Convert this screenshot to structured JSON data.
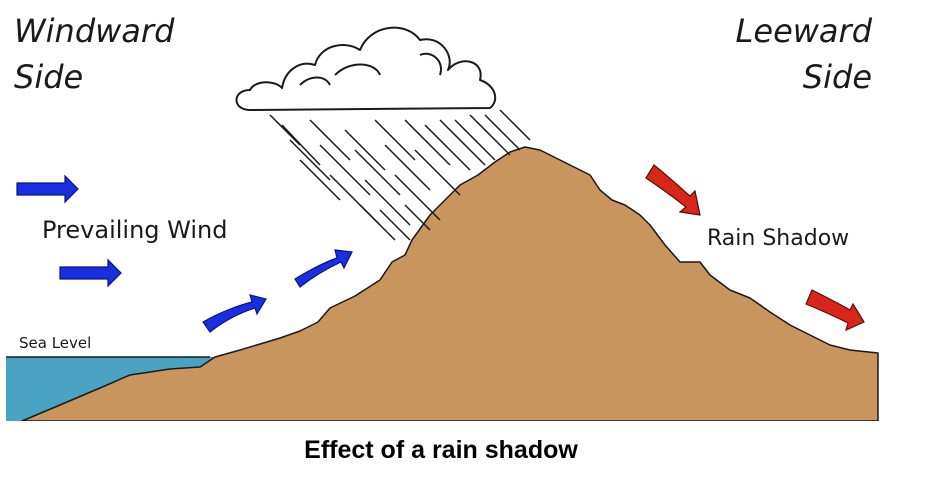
{
  "diagram": {
    "title": "Effect of a rain shadow",
    "labels": {
      "windward": "Windward Side",
      "windward_line1": "Windward",
      "windward_line2": "Side",
      "leeward_line1": "Leeward",
      "leeward_line2": "Side",
      "prevailing_wind": "Prevailing Wind",
      "rain_shadow": "Rain Shadow",
      "sea_level": "Sea Level"
    },
    "colors": {
      "mountain": "#c9955f",
      "sea": "#4ba3c3",
      "wind_arrow": "#1a2ee0",
      "shadow_arrow": "#d8261c",
      "outline": "#1a1a1a"
    },
    "elements": [
      "cloud",
      "rain",
      "mountain",
      "sea",
      "wind-arrows",
      "rain-shadow-arrows"
    ]
  }
}
